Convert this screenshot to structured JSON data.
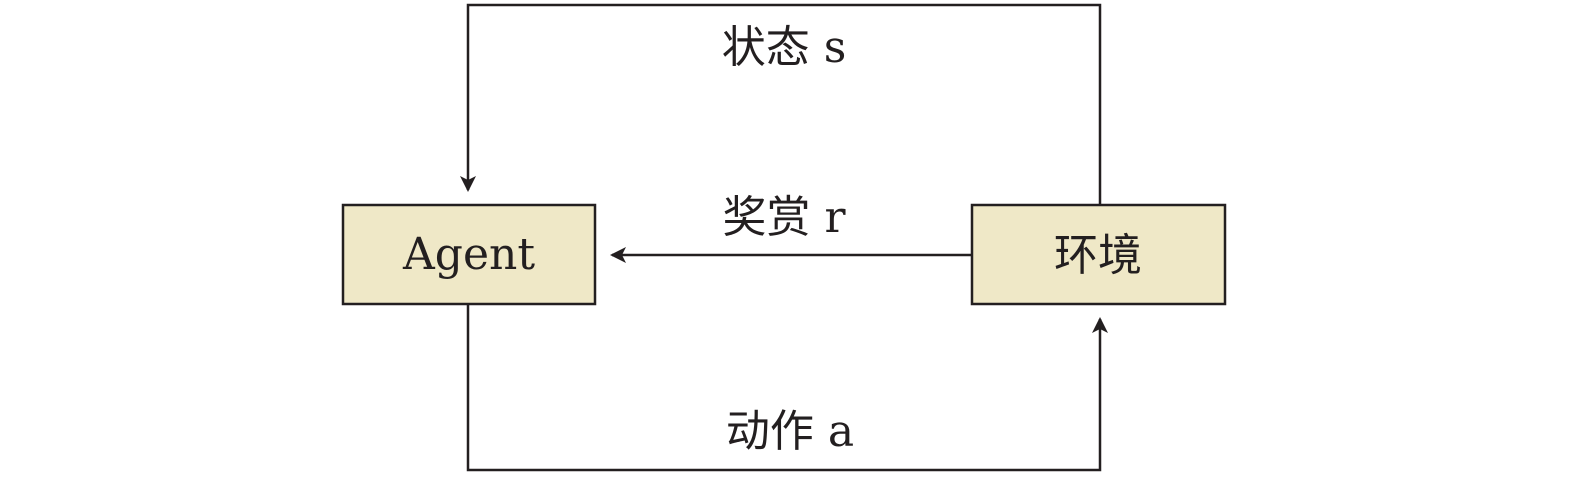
{
  "colors": {
    "box_fill": "#efe8c7",
    "stroke": "#231f20",
    "background": "#ffffff"
  },
  "nodes": {
    "agent": {
      "label": "Agent"
    },
    "environment": {
      "label": "环境"
    }
  },
  "edges": {
    "state": {
      "label": "状态 s",
      "from": "environment",
      "to": "agent"
    },
    "reward": {
      "label": "奖赏 r",
      "from": "environment",
      "to": "agent"
    },
    "action": {
      "label": "动作 a",
      "from": "agent",
      "to": "environment"
    }
  }
}
